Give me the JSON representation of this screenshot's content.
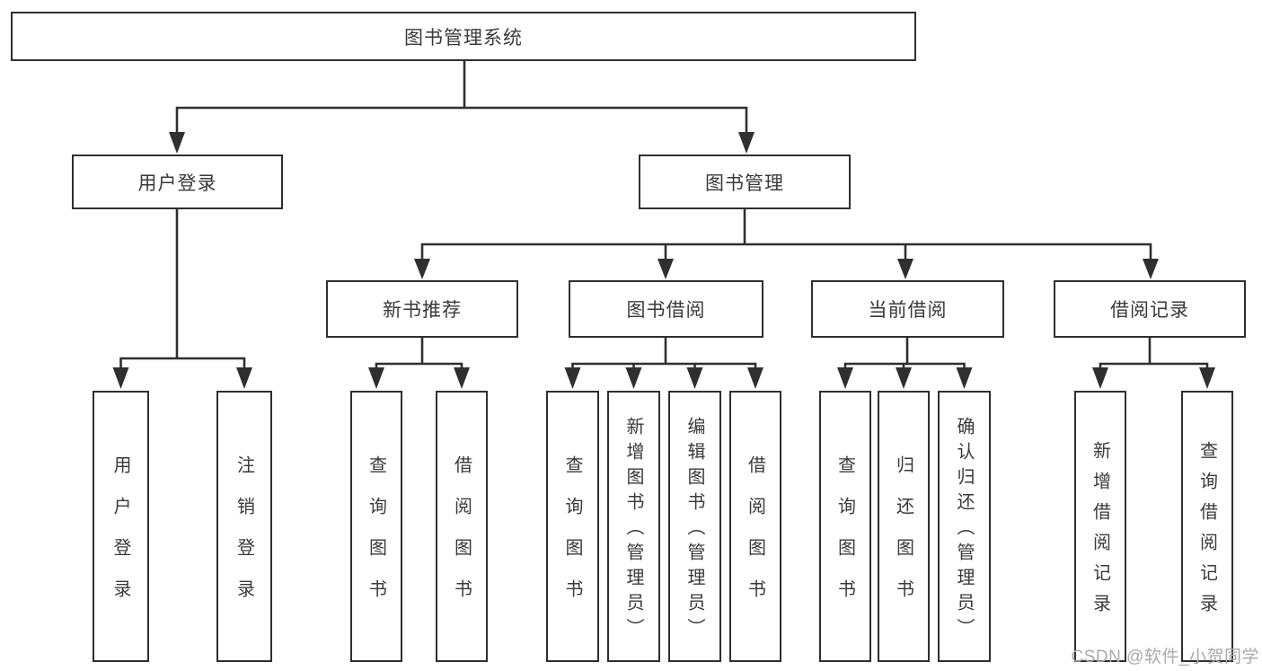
{
  "diagram_title": "图书管理系统",
  "tree": {
    "root": {
      "label": "图书管理系统"
    },
    "children": [
      {
        "label": "用户登录",
        "children": [
          {
            "label": "用户登录"
          },
          {
            "label": "注销登录"
          }
        ]
      },
      {
        "label": "图书管理",
        "children": [
          {
            "label": "新书推荐",
            "children": [
              {
                "label": "查询图书"
              },
              {
                "label": "借阅图书"
              }
            ]
          },
          {
            "label": "图书借阅",
            "children": [
              {
                "label": "查询图书"
              },
              {
                "label": "新增图书（管理员）"
              },
              {
                "label": "编辑图书（管理员）"
              },
              {
                "label": "借阅图书"
              }
            ]
          },
          {
            "label": "当前借阅",
            "children": [
              {
                "label": "查询图书"
              },
              {
                "label": "归还图书"
              },
              {
                "label": "确认归还（管理员）"
              }
            ]
          },
          {
            "label": "借阅记录",
            "children": [
              {
                "label": "新增借阅记录"
              },
              {
                "label": "查询借阅记录"
              }
            ]
          }
        ]
      }
    ]
  },
  "watermark": {
    "text": "CSDN @软件_小贺同学"
  },
  "colors": {
    "line": "#2f2f2f",
    "box_border": "#2f2f2f",
    "box_background": "#ffffff",
    "text": "#3a3a3a",
    "watermark_text": "#a9a9a9",
    "page_background": "#ffffff"
  }
}
